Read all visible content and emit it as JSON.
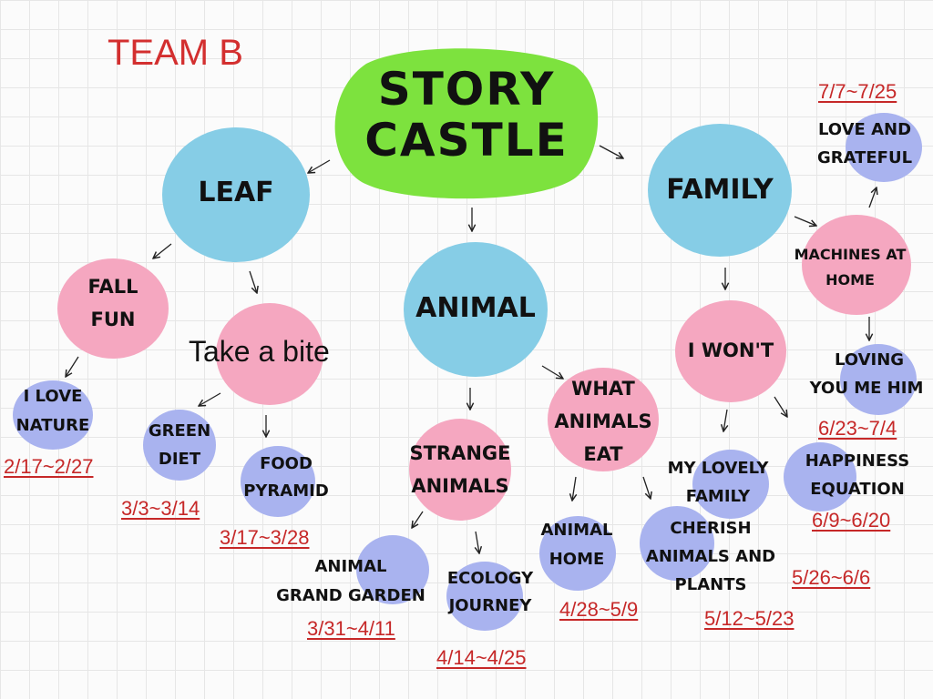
{
  "team": "TEAM B",
  "title": [
    "STORY",
    "CASTLE"
  ],
  "topics": {
    "leaf": "LEAF",
    "animal": "ANIMAL",
    "family": "FAMILY"
  },
  "units": {
    "fall_fun": [
      "FALL",
      "FUN"
    ],
    "take_a_bite": "Take a bite",
    "i_love_nature": [
      "I LOVE",
      "NATURE"
    ],
    "green_diet": [
      "GREEN",
      "DIET"
    ],
    "food_pyramid": [
      "FOOD",
      "PYRAMID"
    ],
    "strange_animals": [
      "STRANGE",
      "ANIMALS"
    ],
    "what_animals_eat": [
      "WHAT",
      "ANIMALS",
      "EAT"
    ],
    "animal_grand_garden": [
      "ANIMAL",
      "GRAND GARDEN"
    ],
    "ecology_journey": [
      "ECOLOGY",
      "JOURNEY"
    ],
    "animal_home": [
      "ANIMAL",
      "HOME"
    ],
    "i_wont": "I WON'T",
    "my_lovely_family": [
      "MY  LOVELY",
      "FAMILY"
    ],
    "cherish": [
      "CHERISH",
      "ANIMALS AND",
      "PLANTS"
    ],
    "happiness_equation": [
      "HAPPINESS",
      "EQUATION"
    ],
    "machines_at_home": [
      "MACHINES AT",
      "HOME"
    ],
    "love_and_grateful": [
      "LOVE AND",
      "GRATEFUL"
    ],
    "loving_you_me_him": [
      "LOVING",
      "YOU ME HIM"
    ]
  },
  "dates": {
    "i_love_nature": "2/17~2/27",
    "green_diet": "3/3~3/14",
    "food_pyramid": "3/17~3/28",
    "animal_grand_garden": "3/31~4/11",
    "ecology_journey": "4/14~4/25",
    "animal_home": "4/28~5/9",
    "cherish": "5/12~5/23",
    "my_lovely_family": "5/26~6/6",
    "happiness_equation": "6/9~6/20",
    "loving_you_me_him": "6/23~7/4",
    "love_and_grateful": "7/7~7/25"
  },
  "colors": {
    "topic": "#86cde6",
    "subtopic": "#f5a7c0",
    "unit": "#a9b3ef",
    "title_blob": "#7de23e",
    "date_text": "#c62828",
    "team_text": "#d32f2f"
  }
}
